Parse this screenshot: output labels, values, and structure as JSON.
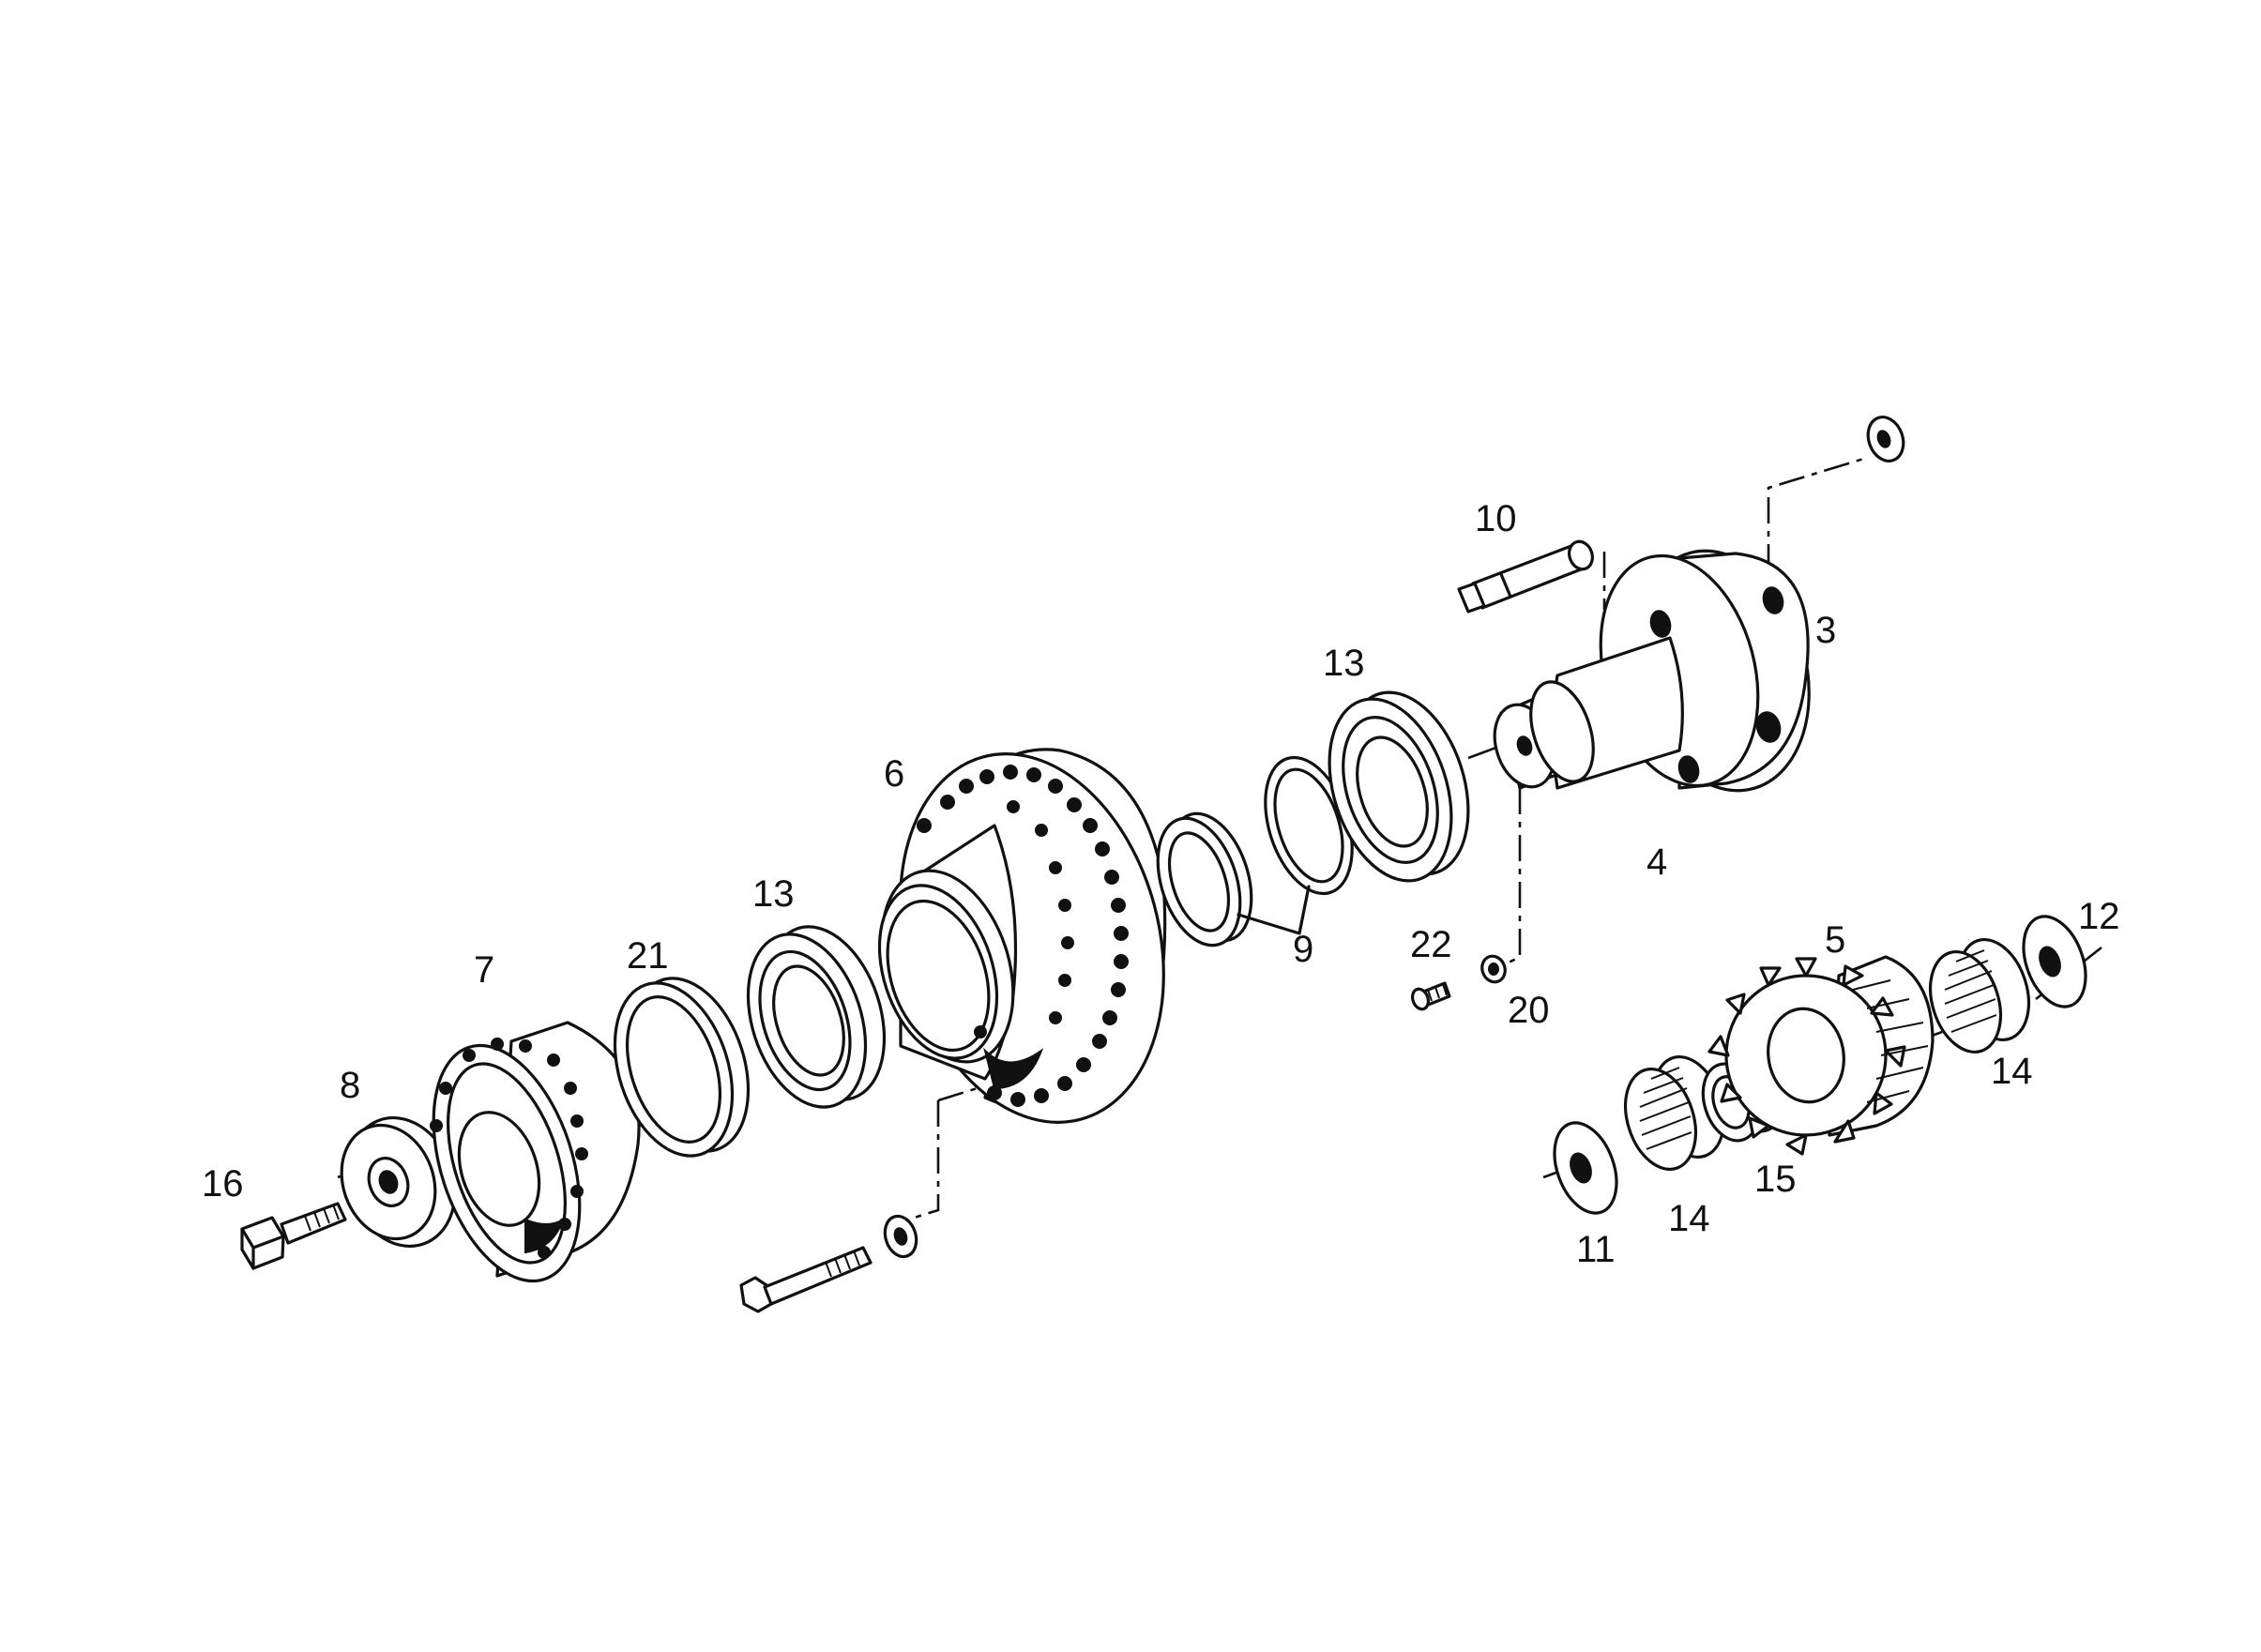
{
  "diagram": {
    "callouts": [
      {
        "id": "16",
        "text": "16"
      },
      {
        "id": "8",
        "text": "8"
      },
      {
        "id": "7",
        "text": "7"
      },
      {
        "id": "21",
        "text": "21"
      },
      {
        "id": "13a",
        "text": "13"
      },
      {
        "id": "6",
        "text": "6"
      },
      {
        "id": "9",
        "text": "9"
      },
      {
        "id": "13b",
        "text": "13"
      },
      {
        "id": "10",
        "text": "10"
      },
      {
        "id": "3",
        "text": "3"
      },
      {
        "id": "4",
        "text": "4"
      },
      {
        "id": "22",
        "text": "22"
      },
      {
        "id": "20",
        "text": "20"
      },
      {
        "id": "5",
        "text": "5"
      },
      {
        "id": "12",
        "text": "12"
      },
      {
        "id": "14a",
        "text": "14"
      },
      {
        "id": "14b",
        "text": "14"
      },
      {
        "id": "15",
        "text": "15"
      },
      {
        "id": "11",
        "text": "11"
      }
    ]
  }
}
